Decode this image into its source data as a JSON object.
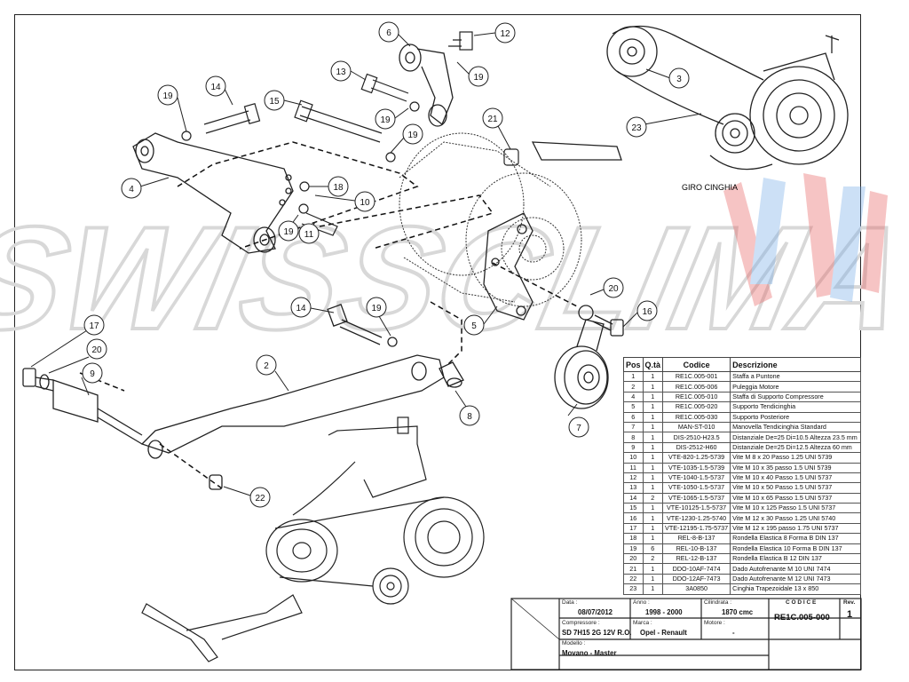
{
  "watermark": {
    "text": "SWISSCLIMA"
  },
  "belt_routing": {
    "label": "GIRO CINGHIA"
  },
  "callouts": [
    "3",
    "23",
    "6",
    "12",
    "13",
    "19",
    "14",
    "15",
    "21",
    "4",
    "18",
    "10",
    "11",
    "20",
    "16",
    "5",
    "7",
    "8",
    "9",
    "17",
    "2",
    "22"
  ],
  "parts_table": {
    "headers": {
      "pos": "Pos",
      "qty": "Q.tà",
      "code": "Codice",
      "desc": "Descrizione"
    },
    "rows": [
      {
        "pos": "1",
        "qty": "1",
        "code": "RE1C.005-001",
        "desc": "Staffa a Puntone"
      },
      {
        "pos": "2",
        "qty": "1",
        "code": "RE1C.005-006",
        "desc": "Puleggia Motore"
      },
      {
        "pos": "4",
        "qty": "1",
        "code": "RE1C.005-010",
        "desc": "Staffa di Supporto Compressore"
      },
      {
        "pos": "5",
        "qty": "1",
        "code": "RE1C.005-020",
        "desc": "Supporto Tendicinghia"
      },
      {
        "pos": "6",
        "qty": "1",
        "code": "RE1C.005-030",
        "desc": "Supporto Posteriore"
      },
      {
        "pos": "7",
        "qty": "1",
        "code": "MAN-ST-010",
        "desc": "Manovella Tendicinghia Standard"
      },
      {
        "pos": "8",
        "qty": "1",
        "code": "DIS-2510-H23.5",
        "desc": "Distanziale De=25 Di=10.5 Altezza 23.5 mm"
      },
      {
        "pos": "9",
        "qty": "1",
        "code": "DIS-2512-H60",
        "desc": "Distanziale De=25 Di=12.5 Altezza 60 mm"
      },
      {
        "pos": "10",
        "qty": "1",
        "code": "VTE-820-1.25-5739",
        "desc": "Vite M 8 x 20 Passo 1.25 UNI 5739"
      },
      {
        "pos": "11",
        "qty": "1",
        "code": "VTE-1035-1.5-5739",
        "desc": "Vite M 10 x 35 passo 1.5 UNI 5739"
      },
      {
        "pos": "12",
        "qty": "1",
        "code": "VTE-1040-1.5-5737",
        "desc": "Vite M 10 x 40 Passo 1.5 UNI 5737"
      },
      {
        "pos": "13",
        "qty": "1",
        "code": "VTE-1050-1.5-5737",
        "desc": "Vite M 10 x 50 Passo 1.5 UNI 5737"
      },
      {
        "pos": "14",
        "qty": "2",
        "code": "VTE-1065-1.5-5737",
        "desc": "Vite M 10 x 65 Passo 1.5 UNI 5737"
      },
      {
        "pos": "15",
        "qty": "1",
        "code": "VTE-10125-1.5-5737",
        "desc": "Vite M 10 x 125 Passo 1.5 UNI 5737"
      },
      {
        "pos": "16",
        "qty": "1",
        "code": "VTE-1230-1.25-5740",
        "desc": "Vite M 12 x 30 Passo 1.25 UNI 5740"
      },
      {
        "pos": "17",
        "qty": "1",
        "code": "VTE-12195-1.75-5737",
        "desc": "Vite M 12 x 195 passo 1.75 UNI 5737"
      },
      {
        "pos": "18",
        "qty": "1",
        "code": "REL-8-B-137",
        "desc": "Rondella Elastica 8 Forma B DIN 137"
      },
      {
        "pos": "19",
        "qty": "6",
        "code": "REL-10-B-137",
        "desc": "Rondella Elastica 10 Forma B DIN 137"
      },
      {
        "pos": "20",
        "qty": "2",
        "code": "REL-12-B-137",
        "desc": "Rondella Elastica B 12 DIN 137"
      },
      {
        "pos": "21",
        "qty": "1",
        "code": "DDO-10AF-7474",
        "desc": "Dado Autofrenante M 10 UNI 7474"
      },
      {
        "pos": "22",
        "qty": "1",
        "code": "DDO-12AF-7473",
        "desc": "Dado Autofrenante M 12 UNI 7473"
      },
      {
        "pos": "23",
        "qty": "1",
        "code": "3A0850",
        "desc": "Cinghia Trapezoidale 13 x 850"
      }
    ]
  },
  "title_block": {
    "data_label": "Data :",
    "data_value": "08/07/2012",
    "anno_label": "Anno :",
    "anno_value": "1998 - 2000",
    "cilindrata_label": "Cilindrata :",
    "cilindrata_value": "1870 cmc",
    "codice_label": "C O D I C E",
    "codice_value": "RE1C.005-000",
    "rev_label": "Rev.",
    "rev_value": "1",
    "compressore_label": "Compressore :",
    "compressore_value": "SD 7H15 2G 12V R.O.",
    "marca_label": "Marca :",
    "marca_value": "Opel - Renault",
    "motore_label": "Motore :",
    "motore_value": "-",
    "modello_label": "Modello :",
    "modello_value": "Movano - Master"
  }
}
